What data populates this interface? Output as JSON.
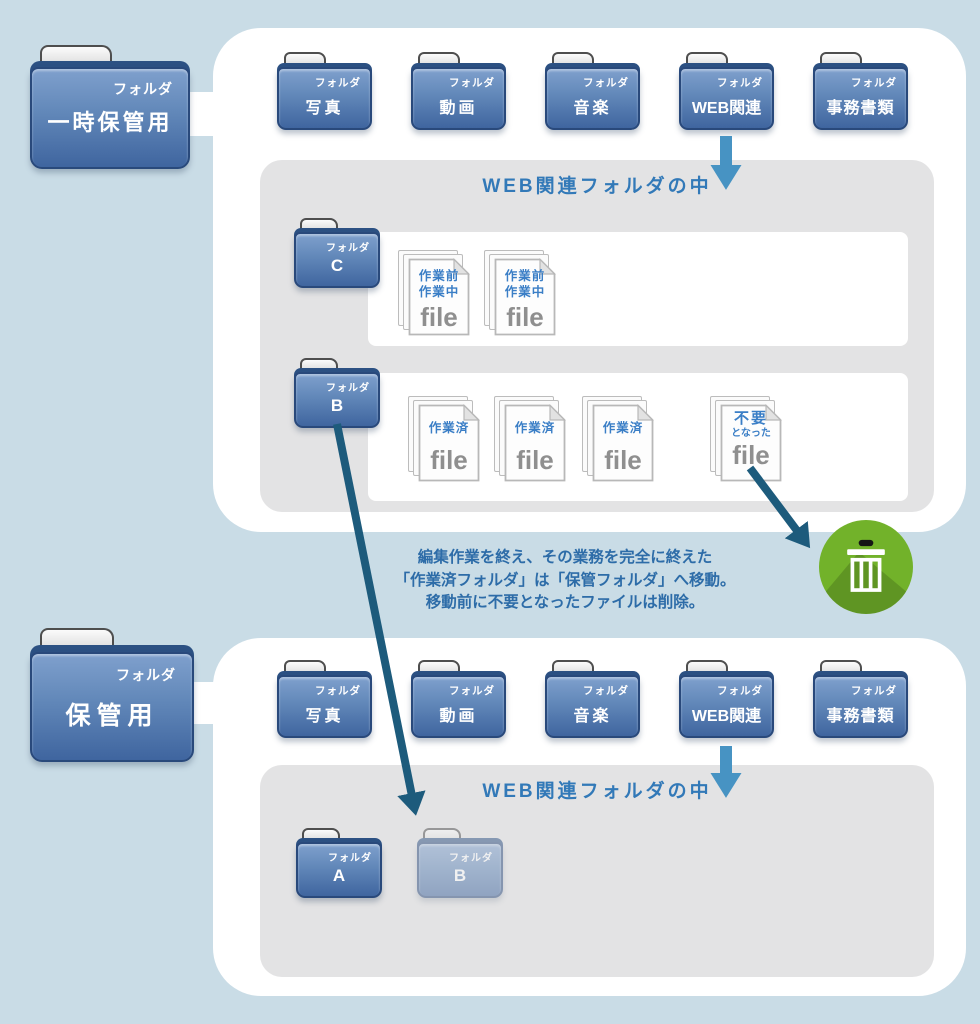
{
  "colors": {
    "background": "#c9dce6",
    "panel_white": "#ffffff",
    "panel_gray": "#e3e3e4",
    "folder_blue_top": "#7fa0cd",
    "folder_blue_bottom": "#3f659f",
    "folder_border": "#29497b",
    "header_blue": "#3279b8",
    "note_blue": "#2d6ca8",
    "arrow_steel_blue": "#4793c3",
    "arrow_teal": "#1d5b7c",
    "trash_green": "#72b22a",
    "file_text_blue": "#3a7ec6",
    "file_word_gray": "#8f8f8f"
  },
  "icons": {
    "trash": "trash-can",
    "down_arrow": "thick-down-arrow",
    "flow_arrow": "diagonal-flow-arrow"
  },
  "temp_folder": {
    "tag": "フォルダ",
    "label": "一時保管用"
  },
  "storage_folder": {
    "tag": "フォルダ",
    "label": "保管用"
  },
  "top_row": [
    {
      "tag": "フォルダ",
      "label": "写真"
    },
    {
      "tag": "フォルダ",
      "label": "動画"
    },
    {
      "tag": "フォルダ",
      "label": "音楽"
    },
    {
      "tag": "フォルダ",
      "label": "WEB関連"
    },
    {
      "tag": "フォルダ",
      "label": "事務書類"
    }
  ],
  "bottom_row": [
    {
      "tag": "フォルダ",
      "label": "写真"
    },
    {
      "tag": "フォルダ",
      "label": "動画"
    },
    {
      "tag": "フォルダ",
      "label": "音楽"
    },
    {
      "tag": "フォルダ",
      "label": "WEB関連"
    },
    {
      "tag": "フォルダ",
      "label": "事務書類"
    }
  ],
  "top_inner": {
    "title": "WEB関連フォルダの中",
    "folder_c": {
      "tag": "フォルダ",
      "label": "C"
    },
    "folder_b": {
      "tag": "フォルダ",
      "label": "B"
    },
    "working_files": [
      {
        "line1": "作業前",
        "line2": "作業中",
        "word": "file"
      },
      {
        "line1": "作業前",
        "line2": "作業中",
        "word": "file"
      }
    ],
    "done_files": [
      {
        "line1": "作業済",
        "word": "file"
      },
      {
        "line1": "作業済",
        "word": "file"
      },
      {
        "line1": "作業済",
        "word": "file"
      }
    ],
    "discard_file": {
      "line1": "不要",
      "line2": "となった",
      "word": "file"
    }
  },
  "bottom_inner": {
    "title": "WEB関連フォルダの中",
    "folder_a": {
      "tag": "フォルダ",
      "label": "A"
    },
    "folder_b_ghost": {
      "tag": "フォルダ",
      "label": "B"
    }
  },
  "note": {
    "line1": "編集作業を終え、その業務を完全に終えた",
    "line2": "「作業済フォルダ」は「保管フォルダ」へ移動。",
    "line3": "移動前に不要となったファイルは削除。"
  }
}
